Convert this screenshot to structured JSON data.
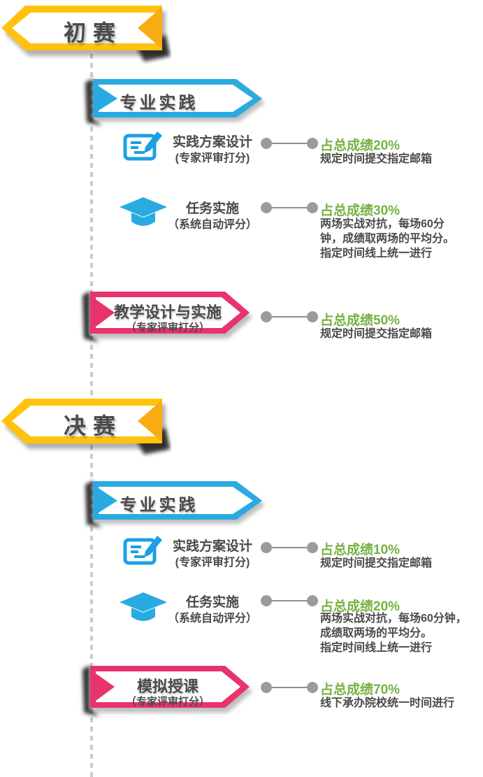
{
  "colors": {
    "yellow": "#FFC20E",
    "yellow_fold": "#F7AC13",
    "blue": "#29ABE2",
    "icon_blue": "#1CA0E3",
    "pink": "#E8336B",
    "green_score": "#77B143",
    "dark_text": "#4A4A4A",
    "connector_gray": "#9B9B9B",
    "dotted_line_gray": "#CBCBCB"
  },
  "sections": [
    {
      "round_label": "初赛",
      "category_label": "专业实践",
      "items": [
        {
          "icon": "document-pen-icon",
          "title": "实践方案设计",
          "subtitle": "(专家评审打分)",
          "score": "占总成绩20%",
          "details": [
            "规定时间提交指定邮箱"
          ]
        },
        {
          "icon": "graduation-cap-icon",
          "title": "任务实施",
          "subtitle": "（系统自动评分）",
          "score": "占总成绩30%",
          "details": [
            "两场实战对抗，每场60分",
            "钟，成绩取两场的平均分。",
            "指定时间线上统一进行"
          ]
        }
      ],
      "result": {
        "title": "教学设计与实施",
        "subtitle": "（专家评审打分）",
        "score": "占总成绩50%",
        "details": [
          "规定时间提交指定邮箱"
        ]
      }
    },
    {
      "round_label": "决赛",
      "category_label": "专业实践",
      "items": [
        {
          "icon": "document-pen-icon",
          "title": "实践方案设计",
          "subtitle": "(专家评审打分)",
          "score": "占总成绩10%",
          "details": [
            "规定时间提交指定邮箱"
          ]
        },
        {
          "icon": "graduation-cap-icon",
          "title": "任务实施",
          "subtitle": "（系统自动评分）",
          "score": "占总成绩20%",
          "details": [
            "两场实战对抗，每场60分钟，",
            "成绩取两场的平均分。",
            "指定时间线上统一进行"
          ]
        }
      ],
      "result": {
        "title": "模拟授课",
        "subtitle": "（专家评审打分）",
        "score": "占总成绩70%",
        "details": [
          "线下承办院校统一时间进行"
        ]
      }
    }
  ]
}
